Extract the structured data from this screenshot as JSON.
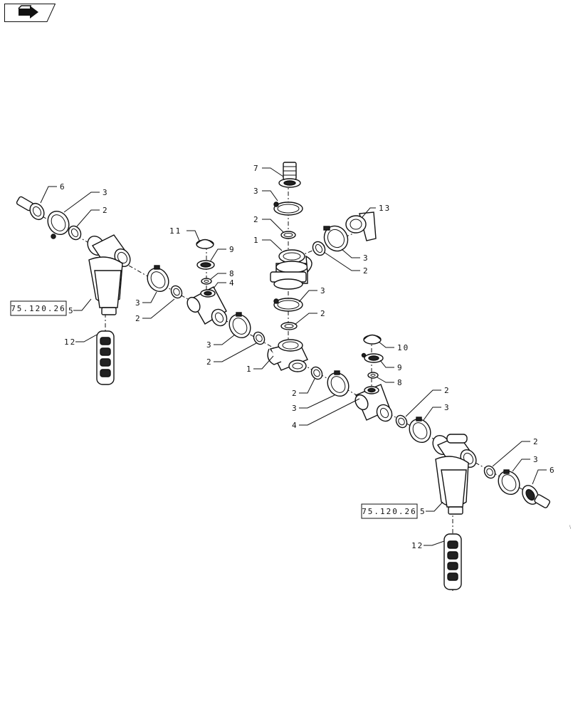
{
  "callouts": [
    {
      "id": "c7",
      "text": "7"
    },
    {
      "id": "c3a",
      "text": "3"
    },
    {
      "id": "c2a",
      "text": "2"
    },
    {
      "id": "c1a",
      "text": "1"
    },
    {
      "id": "c13",
      "text": "13"
    },
    {
      "id": "c3b",
      "text": "3"
    },
    {
      "id": "c2b",
      "text": "2"
    },
    {
      "id": "c3c",
      "text": "3"
    },
    {
      "id": "c2c",
      "text": "2"
    },
    {
      "id": "c6a",
      "text": "6"
    },
    {
      "id": "c3d",
      "text": "3"
    },
    {
      "id": "c2d",
      "text": "2"
    },
    {
      "id": "c11",
      "text": "11"
    },
    {
      "id": "c9a",
      "text": "9"
    },
    {
      "id": "c8a",
      "text": "8"
    },
    {
      "id": "c4a",
      "text": "4"
    },
    {
      "id": "c5a",
      "text": "5"
    },
    {
      "id": "c3e",
      "text": "3"
    },
    {
      "id": "c2e",
      "text": "2"
    },
    {
      "id": "c12a",
      "text": "12"
    },
    {
      "id": "c3f",
      "text": "3"
    },
    {
      "id": "c2f",
      "text": "2"
    },
    {
      "id": "c1b",
      "text": "1"
    },
    {
      "id": "c10",
      "text": "10"
    },
    {
      "id": "c9b",
      "text": "9"
    },
    {
      "id": "c8b",
      "text": "8"
    },
    {
      "id": "c2g",
      "text": "2"
    },
    {
      "id": "c3g",
      "text": "3"
    },
    {
      "id": "c4b",
      "text": "4"
    },
    {
      "id": "c2h",
      "text": "2"
    },
    {
      "id": "c3h",
      "text": "3"
    },
    {
      "id": "c2i",
      "text": "2"
    },
    {
      "id": "c3i",
      "text": "3"
    },
    {
      "id": "c6b",
      "text": "6"
    },
    {
      "id": "c5b",
      "text": "5"
    },
    {
      "id": "c12b",
      "text": "12"
    }
  ],
  "references": [
    {
      "id": "ref-left",
      "text": "75.120.26"
    },
    {
      "id": "ref-right",
      "text": "75.120.26"
    }
  ],
  "icons": {
    "nav": "forward-arrow-icon"
  }
}
